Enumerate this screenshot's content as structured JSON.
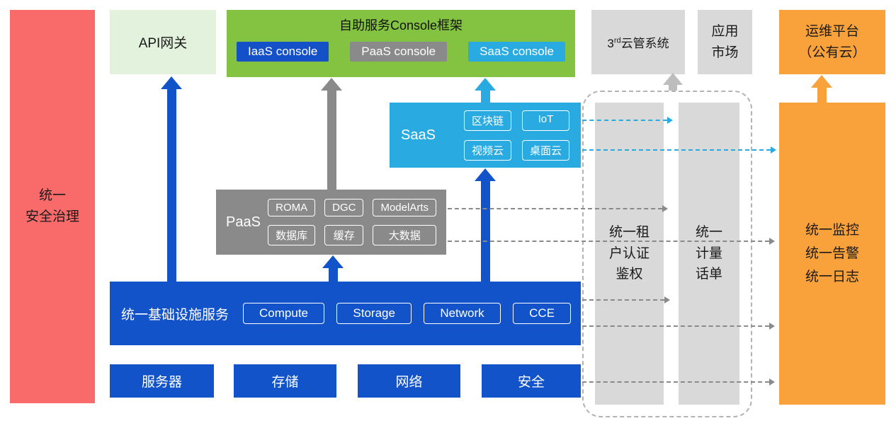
{
  "colors": {
    "blue": "#1353CA",
    "gray": "#8A8A8A",
    "cyan": "#29ABE2",
    "green": "#84C341",
    "light_green": "#E3F2DC",
    "light_gray": "#D9D9D9",
    "orange": "#F9A13A",
    "red": "#F96B6B"
  },
  "security_bar": {
    "label": "统一\n安全治理"
  },
  "api_gateway": {
    "label": "API网关"
  },
  "console": {
    "title": "自助服务Console框架",
    "iaas": "IaaS console",
    "paas": "PaaS console",
    "saas": "SaaS console"
  },
  "third_cloud": {
    "prefix": "3",
    "sup": "rd",
    "rest": "云管系统"
  },
  "app_market": {
    "label": "应用\n市场"
  },
  "om_platform": {
    "label": "运维平台\n（公有云）"
  },
  "saas_box": {
    "label": "SaaS",
    "items": [
      "区块链",
      "IoT",
      "视频云",
      "桌面云"
    ]
  },
  "paas_box": {
    "label": "PaaS",
    "items": [
      "ROMA",
      "DGC",
      "ModelArts",
      "数据库",
      "缓存",
      "大数据"
    ]
  },
  "infra_box": {
    "label": "统一基础设施服务",
    "items": [
      "Compute",
      "Storage",
      "Network",
      "CCE"
    ]
  },
  "hardware_row": {
    "items": [
      "服务器",
      "存储",
      "网络",
      "安全"
    ]
  },
  "auth_bar": {
    "label": "统一租\n户认证\n鉴权"
  },
  "metering_bar": {
    "label": "统一\n计量\n话单"
  },
  "monitor_bar": {
    "label": "统一监控\n统一告警\n统一日志"
  }
}
